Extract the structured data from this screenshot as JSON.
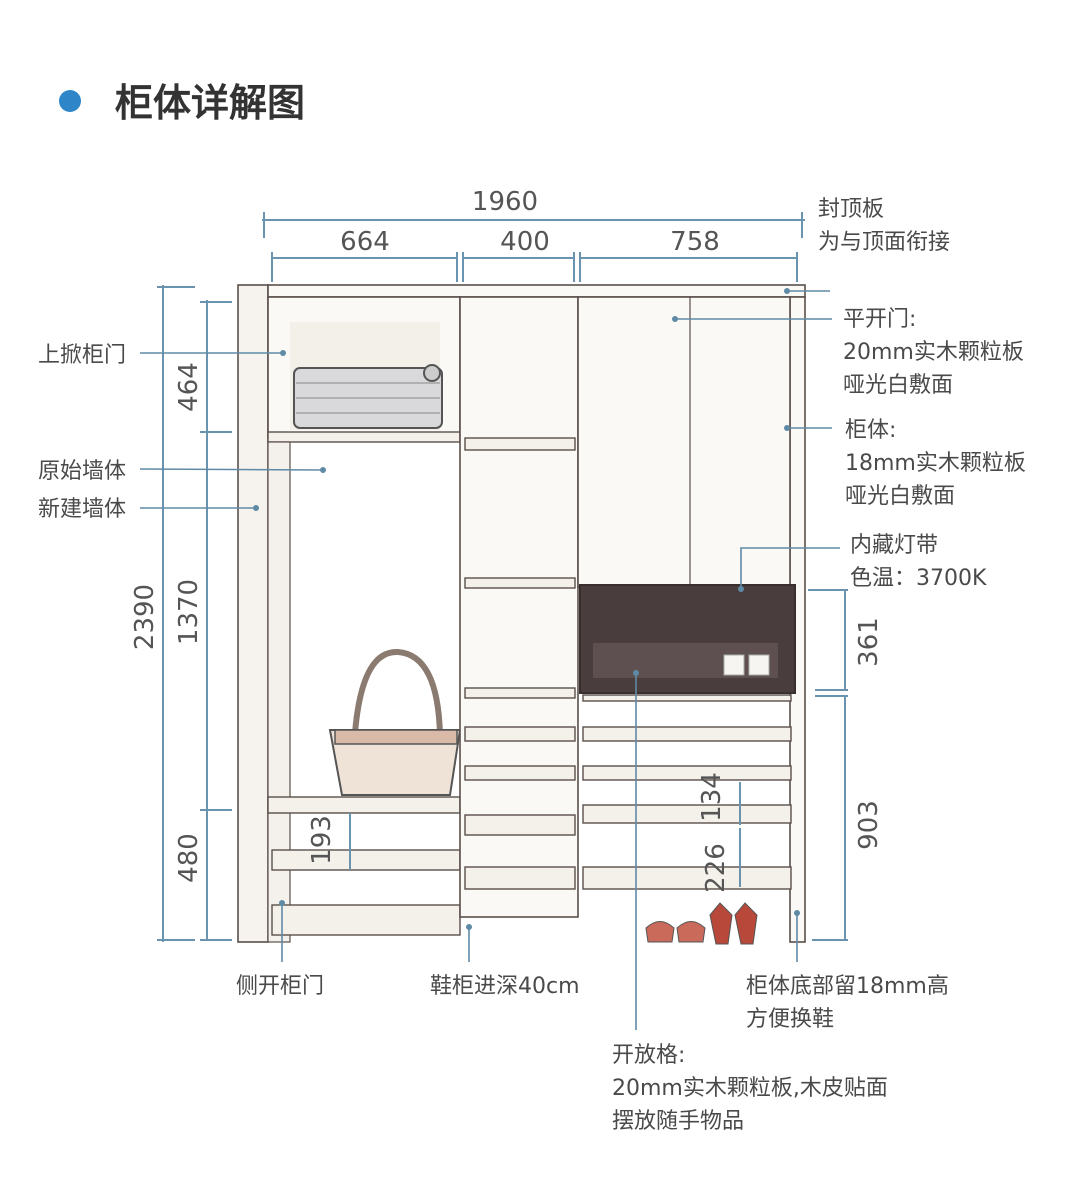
{
  "title": "柜体详解图",
  "colors": {
    "bullet": "#2e86c8",
    "leader": "#5f8aa6",
    "open_cell": "#4a3d3d",
    "shoes": "#b8483a"
  },
  "dimensions": {
    "total_width": "1960",
    "widths": [
      "664",
      "400",
      "758"
    ],
    "total_height": "2390",
    "left_heights": [
      "464",
      "1370",
      "480"
    ],
    "right_heights": [
      "361",
      "903"
    ],
    "inner": [
      "193",
      "134",
      "226"
    ]
  },
  "labels": {
    "top_board": [
      "封顶板",
      "为与顶面衔接"
    ],
    "flip_door": "上掀柜门",
    "original_wall": "原始墙体",
    "new_wall": "新建墙体",
    "swing_door": [
      "平开门:",
      "20mm实木颗粒板",
      "哑光白敷面"
    ],
    "cabinet_body": [
      "柜体:",
      "18mm实木颗粒板",
      "哑光白敷面"
    ],
    "led_strip": [
      "内藏灯带",
      "色温：3700K"
    ],
    "side_door": "侧开柜门",
    "shoe_depth": "鞋柜进深40cm",
    "bottom_gap": [
      "柜体底部留18mm高",
      "方便换鞋"
    ],
    "open_cell": [
      "开放格:",
      "20mm实木颗粒板,木皮贴面",
      "摆放随手物品"
    ]
  }
}
